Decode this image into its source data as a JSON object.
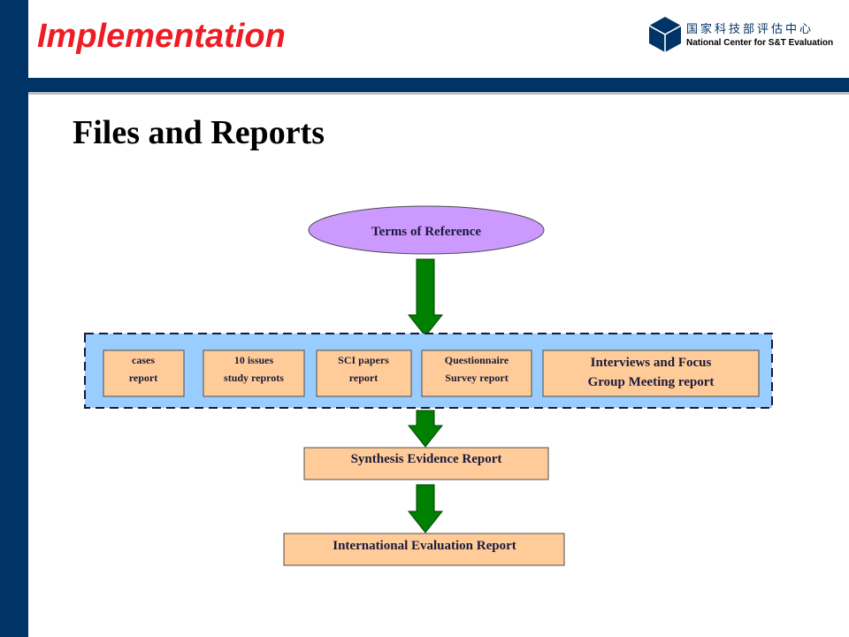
{
  "header": {
    "title": "Implementation",
    "org_name_cn": "国家科技部评估中心",
    "org_name_en": "National Center for S&T Evaluation",
    "colors": {
      "title": "#ee1c24",
      "bar": "#003366"
    }
  },
  "heading": "Files and Reports",
  "diagram": {
    "top_node": "Terms of Reference",
    "reports": [
      {
        "line1": "cases",
        "line2": "report"
      },
      {
        "line1": "10 issues",
        "line2": "study reprots"
      },
      {
        "line1": "SCI papers",
        "line2": "report"
      },
      {
        "line1": "Questionnaire",
        "line2": "Survey report"
      },
      {
        "line1": "Interviews  and Focus",
        "line2": "Group Meeting report"
      }
    ],
    "synthesis": "Synthesis Evidence Report",
    "final": "International Evaluation Report",
    "colors": {
      "oval": "#cc99ff",
      "box": "#ffcc99",
      "band": "#99ccff",
      "arrow": "#008000"
    }
  }
}
